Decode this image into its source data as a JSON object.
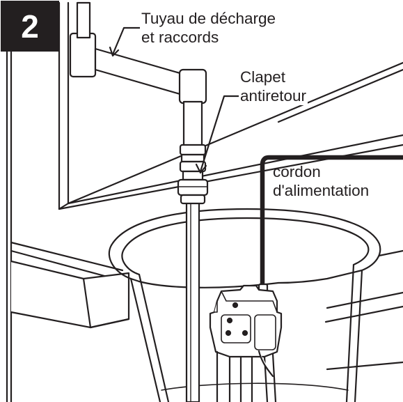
{
  "step_number": "2",
  "labels": {
    "discharge_pipe": [
      "Tuyau de décharge",
      "et raccords"
    ],
    "check_valve": [
      "Clapet",
      "antiretour"
    ],
    "power_cord": [
      "cordon",
      "d'alimentation"
    ]
  },
  "colors": {
    "ink": "#231f20",
    "paper": "#ffffff",
    "badge_background": "#231f20",
    "badge_text": "#ffffff"
  }
}
